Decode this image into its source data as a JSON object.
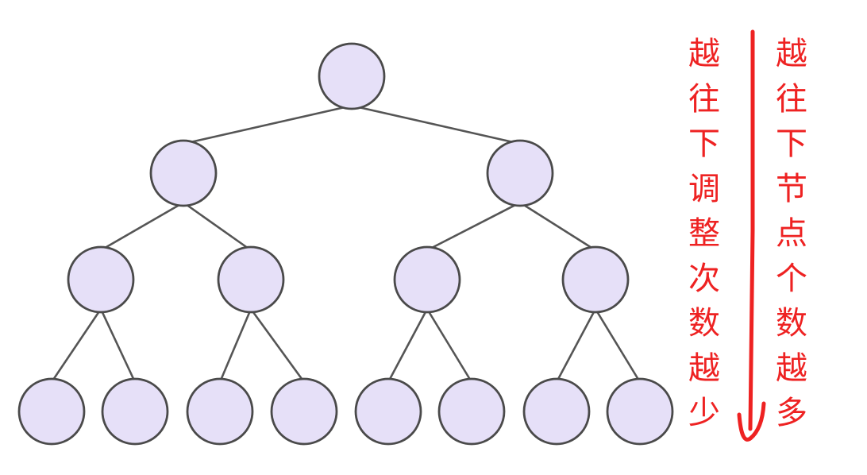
{
  "diagram": {
    "levels": [
      1,
      2,
      4,
      8
    ],
    "colors": {
      "node_fill": "#e6e0f8",
      "node_stroke": "#4a4a4a",
      "edge": "#555555",
      "annotation": "#ee2222"
    }
  },
  "annotations": {
    "left": "越\n往\n下\n调\n整\n次\n数\n越\n少",
    "right": "越\n往\n下\n节\n点\n个\n数\n越\n多"
  }
}
